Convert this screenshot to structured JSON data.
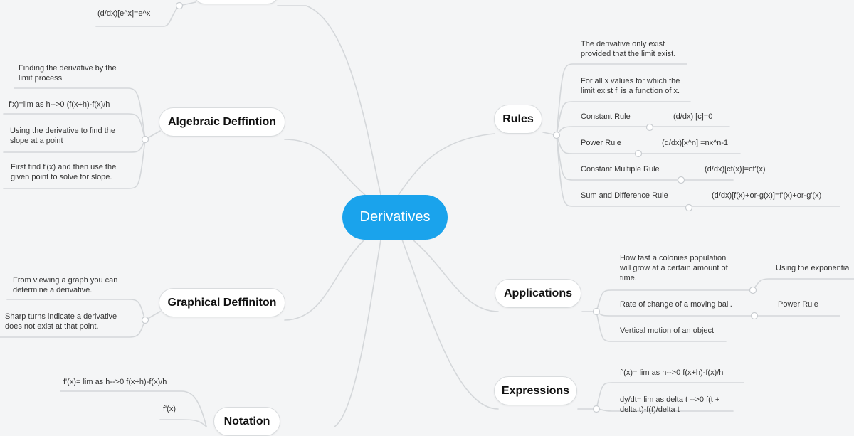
{
  "center": {
    "label": "Derivatives"
  },
  "topics": {
    "notation_top_partial": "",
    "algebraic": "Algebraic Deffintion",
    "graphical": "Graphical Deffiniton",
    "notation": "Notation",
    "rules": "Rules",
    "applications": "Applications",
    "expressions": "Expressions"
  },
  "leaves": {
    "exp_rule": "(d/dx)[e^x]=e^x",
    "alg_1a": "Finding the derivative by the",
    "alg_1b": "limit process",
    "alg_2": "f'x)=lim as h-->0  (f(x+h)-f(x)/h",
    "alg_3a": "Using the derivative to find the",
    "alg_3b": "slope at a point",
    "alg_4a": "First find f'(x) and then use the",
    "alg_4b": "given point to solve for slope.",
    "gr_1a": "From viewing a graph you can",
    "gr_1b": "determine a derivative.",
    "gr_2a": "Sharp turns indicate a derivative",
    "gr_2b": "does not exist at that point.",
    "not_1": "f'(x)= lim as h-->0 f(x+h)-f(x)/h",
    "not_2": "f'(x)",
    "rules_1a": "The derivative only exist",
    "rules_1b": "provided that the limit exist.",
    "rules_2a": "For all x values for which the",
    "rules_2b": "limit exist f' is a function of x.",
    "rules_3": "Constant Rule",
    "rules_3s": "(d/dx) [c]=0",
    "rules_4": "Power Rule",
    "rules_4s": "(d/dx)[x^n] =nx^n-1",
    "rules_5": "Constant Multiple Rule",
    "rules_5s": "(d/dx)[cf(x)]=cf'(x)",
    "rules_6": "Sum and Difference Rule",
    "rules_6s": "(d/dx)[f(x)+or-g(x)]=f'(x)+or-g'(x)",
    "app_1a": "How fast a colonies population",
    "app_1b": "will grow at a certain amount of",
    "app_1c": "time.",
    "app_1s": "Using the exponentia",
    "app_2": "Rate of change of a moving ball.",
    "app_2s": "Power Rule",
    "app_3": "Vertical motion of an object",
    "exp_1": "f'(x)= lim as h-->0 f(x+h)-f(x)/h",
    "exp_2a": "dy/dt= lim as delta t -->0 f(t +",
    "exp_2b": "delta t)-f(t)/delta t"
  },
  "colors": {
    "center": "#1aa3ec",
    "line": "#d4d7da",
    "background": "#f4f5f6"
  }
}
